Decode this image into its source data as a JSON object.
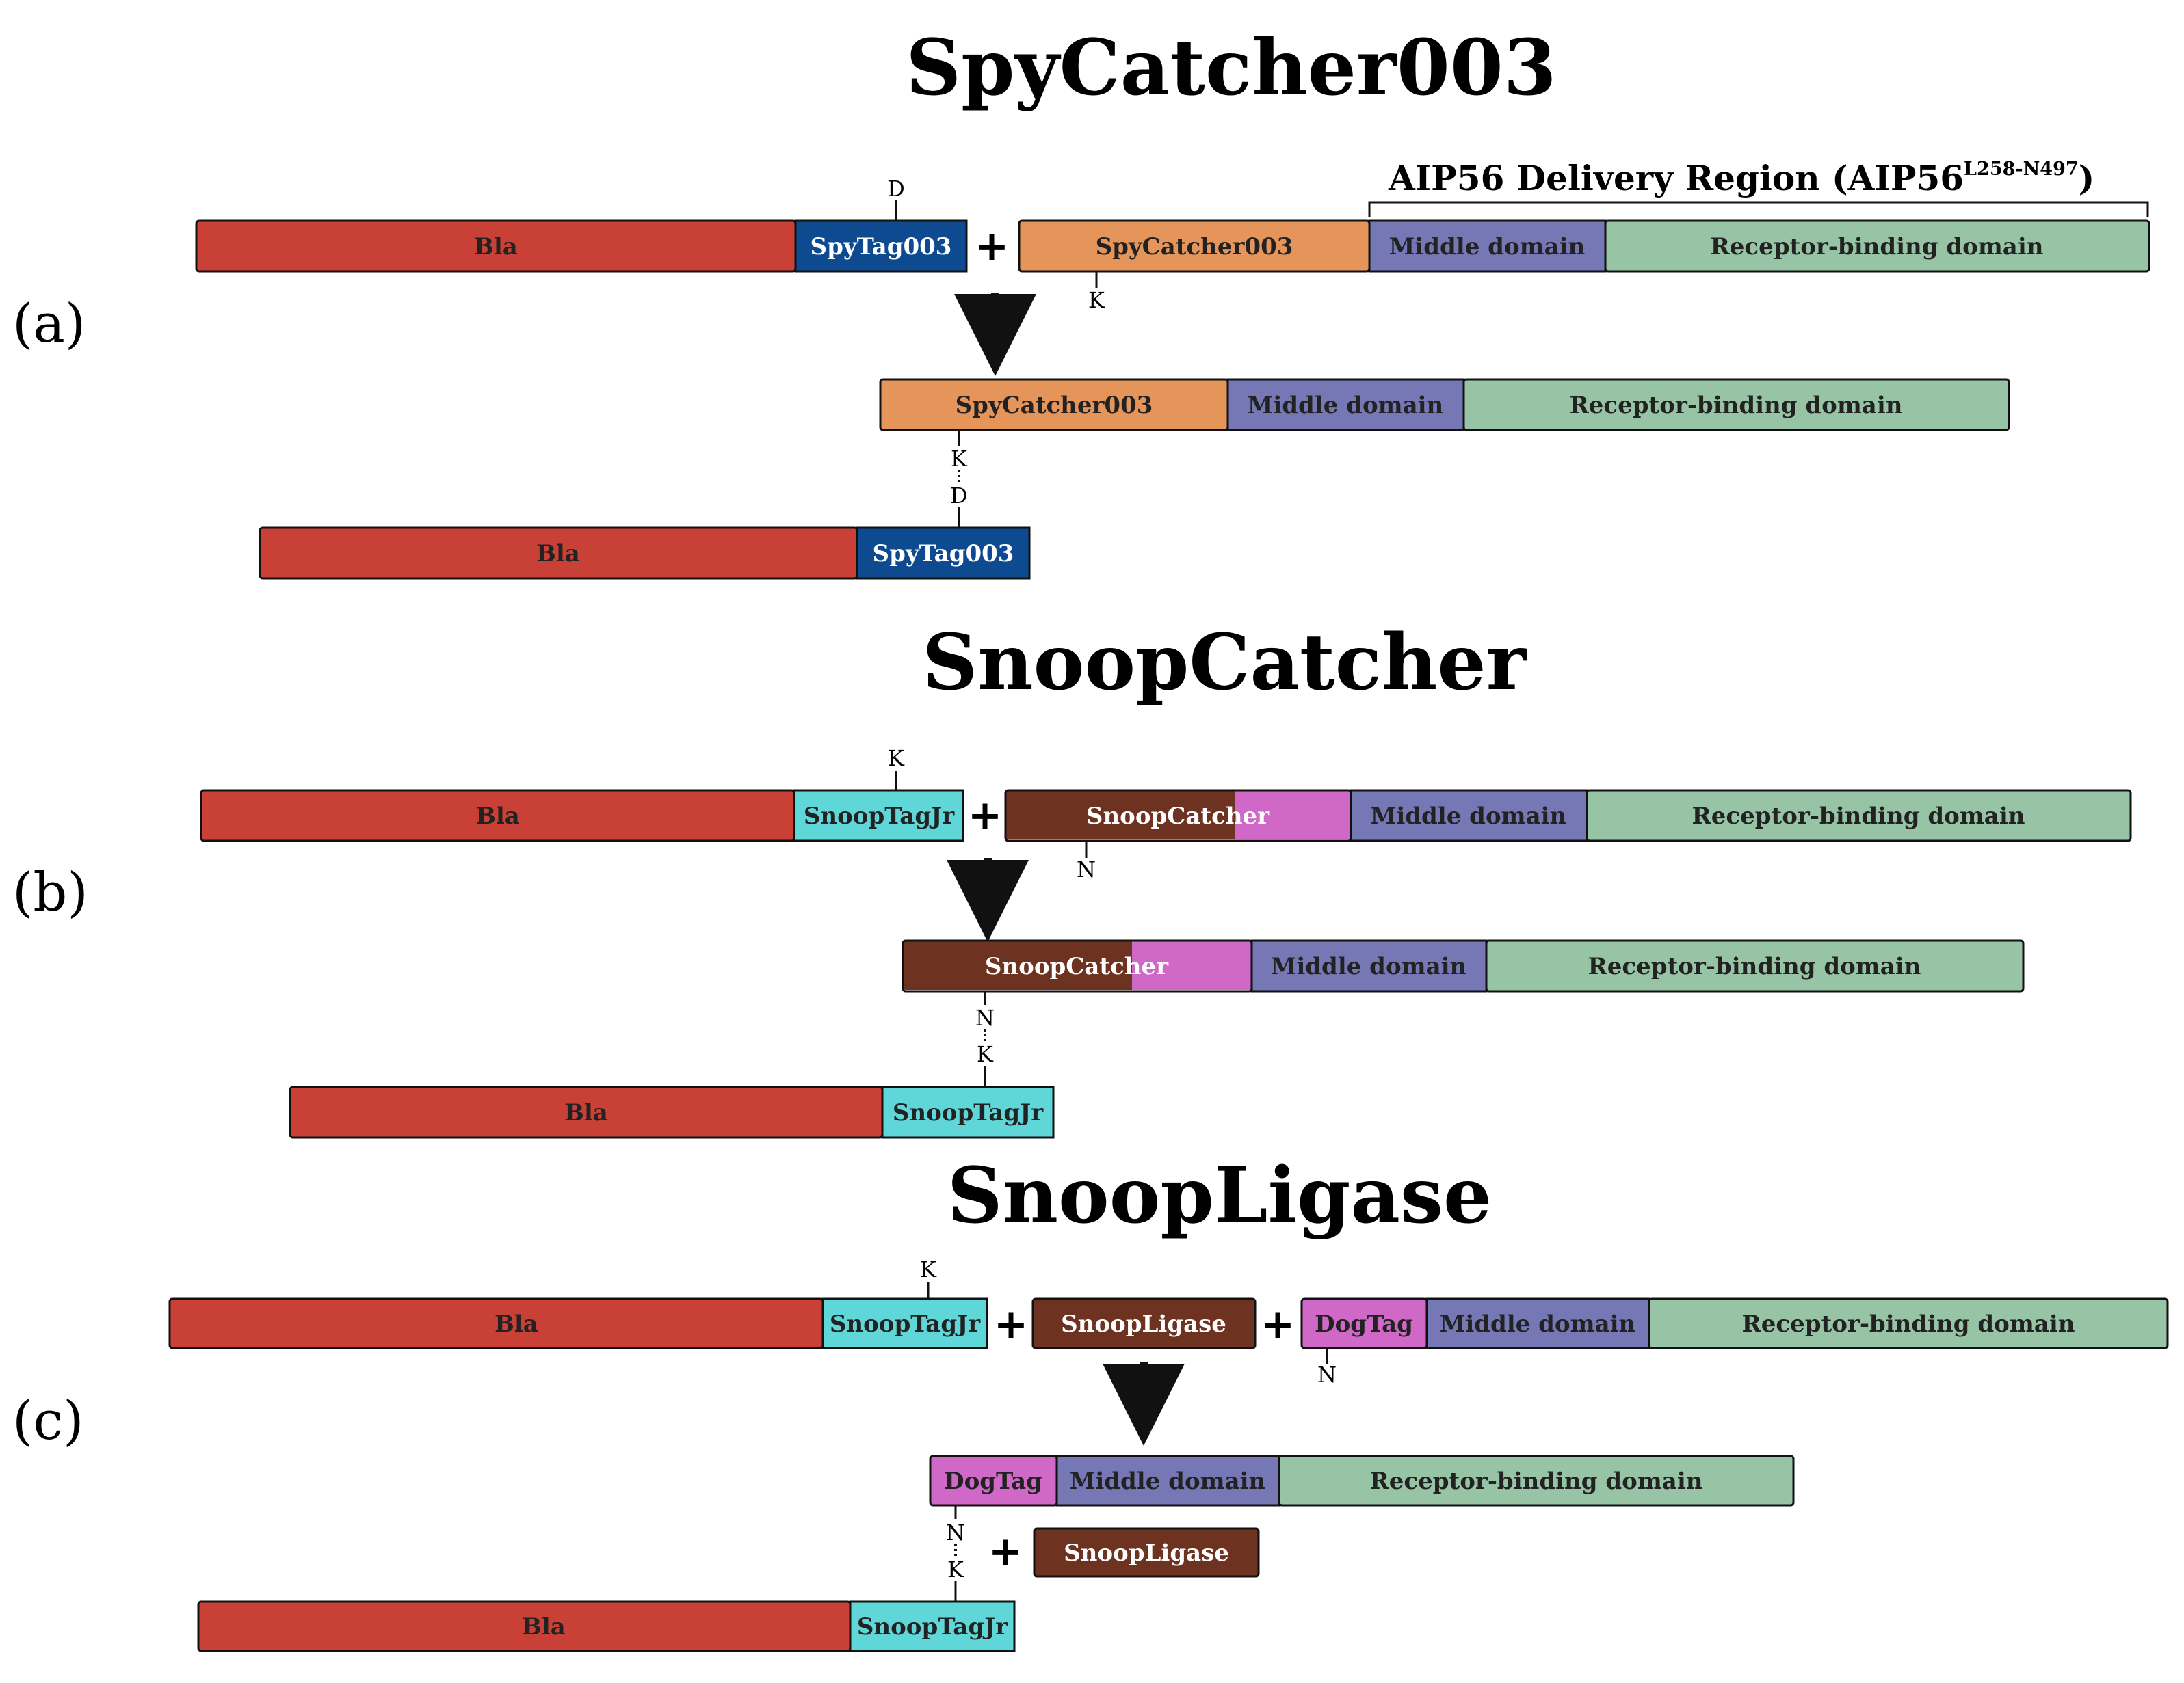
{
  "colors": {
    "bla": "#c94136",
    "spytag003": "#0d4a8f",
    "spycatcher003": "#e5955a",
    "middle_domain": "#7578b5",
    "receptor_binding_domain": "#98c4a6",
    "snooptagjr": "#5fd6d8",
    "snoopcatcher_brown": "#6e3220",
    "snoopcatcher_pink": "#cf68c6",
    "snoopligase": "#6e3220",
    "dogtag": "#cf68c6"
  },
  "icons": {
    "arrow": "down-arrow-icon",
    "plus": "plus-icon",
    "isopeptide": "dotted-isopeptide-bond"
  },
  "panels": [
    {
      "id": "a",
      "title": "SpyCatcher003",
      "panel_label": "(a)",
      "region_label": "AIP56 Delivery Region (AIP56",
      "region_superscript": "L258-N497",
      "region_close": ")",
      "reactant_tag": [
        "Bla",
        "SpyTag003"
      ],
      "reactant_tag_residue": "D",
      "reactant_catcher": [
        "SpyCatcher003",
        "Middle domain",
        "Receptor-binding domain"
      ],
      "reactant_catcher_residue": "K",
      "product_top": [
        "SpyCatcher003",
        "Middle domain",
        "Receptor-binding domain"
      ],
      "product_bond": [
        "K",
        "D"
      ],
      "product_bottom": [
        "Bla",
        "SpyTag003"
      ]
    },
    {
      "id": "b",
      "title": "SnoopCatcher",
      "panel_label": "(b)",
      "reactant_tag": [
        "Bla",
        "SnoopTagJr"
      ],
      "reactant_tag_residue": "K",
      "reactant_catcher": [
        "SnoopCatcher",
        "Middle domain",
        "Receptor-binding domain"
      ],
      "reactant_catcher_residue": "N",
      "product_top": [
        "SnoopCatcher",
        "Middle domain",
        "Receptor-binding domain"
      ],
      "product_bond": [
        "N",
        "K"
      ],
      "product_bottom": [
        "Bla",
        "SnoopTagJr"
      ]
    },
    {
      "id": "c",
      "title": "SnoopLigase",
      "panel_label": "(c)",
      "reactant_tag": [
        "Bla",
        "SnoopTagJr"
      ],
      "reactant_tag_residue": "K",
      "ligase": "SnoopLigase",
      "reactant_dog": [
        "DogTag",
        "Middle domain",
        "Receptor-binding domain"
      ],
      "reactant_dog_residue": "N",
      "product_top": [
        "DogTag",
        "Middle domain",
        "Receptor-binding domain"
      ],
      "product_bond": [
        "N",
        "K"
      ],
      "product_ligase": "SnoopLigase",
      "product_bottom": [
        "Bla",
        "SnoopTagJr"
      ]
    }
  ],
  "plus_sign": "+"
}
